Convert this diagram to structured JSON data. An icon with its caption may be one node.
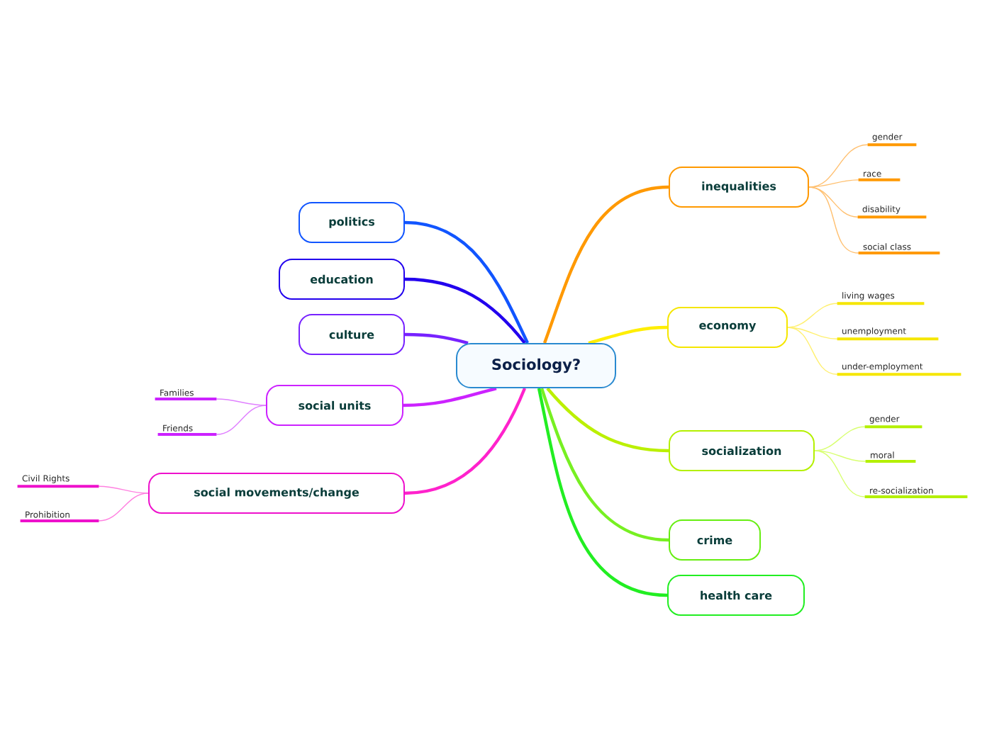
{
  "diagram": {
    "nodes": [
      {
        "text": [
          "Sociology?"
        ]
      },
      {
        "text": [
          "inequalities"
        ]
      },
      {
        "text": [
          "gender"
        ]
      },
      {
        "text": [
          "race"
        ]
      },
      {
        "text": [
          "disability"
        ]
      },
      {
        "text": [
          "social class"
        ]
      },
      {
        "text": [
          "economy"
        ]
      },
      {
        "text": [
          "living wages"
        ]
      },
      {
        "text": [
          "unemployment"
        ]
      },
      {
        "text": [
          "under-employment"
        ]
      },
      {
        "text": [
          "socialization"
        ]
      },
      {
        "text": [
          "gender"
        ]
      },
      {
        "text": [
          "moral"
        ]
      },
      {
        "text": [
          "re-socialization"
        ]
      },
      {
        "text": [
          "crime"
        ]
      },
      {
        "text": [
          "health care"
        ]
      },
      {
        "text": [
          "politics"
        ]
      },
      {
        "text": [
          "education"
        ]
      },
      {
        "text": [
          "culture"
        ]
      },
      {
        "text": [
          "social units"
        ]
      },
      {
        "text": [
          "Families"
        ]
      },
      {
        "text": [
          "Friends"
        ]
      },
      {
        "text": [
          "social movements/change"
        ]
      },
      {
        "text": [
          "Civil Rights"
        ]
      },
      {
        "text": [
          "Prohibition"
        ]
      }
    ],
    "edges": [
      {
        "from": 0,
        "to": 1,
        "arrow": "none",
        "style": "thick",
        "color": "#ff9900"
      },
      {
        "from": 0,
        "to": 6,
        "arrow": "none",
        "style": "thick",
        "color": "#ffee00"
      },
      {
        "from": 0,
        "to": 10,
        "arrow": "none",
        "style": "thick",
        "color": "#bbf000"
      },
      {
        "from": 0,
        "to": 14,
        "arrow": "none",
        "style": "thick",
        "color": "#77f022"
      },
      {
        "from": 0,
        "to": 15,
        "arrow": "none",
        "style": "thick",
        "color": "#22ee22"
      },
      {
        "from": 0,
        "to": 16,
        "arrow": "none",
        "style": "thick",
        "color": "#1155ff"
      },
      {
        "from": 0,
        "to": 17,
        "arrow": "none",
        "style": "thick",
        "color": "#2200ee"
      },
      {
        "from": 0,
        "to": 18,
        "arrow": "none",
        "style": "thick",
        "color": "#7722ff"
      },
      {
        "from": 0,
        "to": 19,
        "arrow": "none",
        "style": "thick",
        "color": "#cc22ff"
      },
      {
        "from": 0,
        "to": 22,
        "arrow": "none",
        "style": "thick",
        "color": "#ff22cc"
      },
      {
        "from": 1,
        "to": 2,
        "arrow": "none",
        "color": "#ffc070"
      },
      {
        "from": 1,
        "to": 3,
        "arrow": "none",
        "color": "#ffc070"
      },
      {
        "from": 1,
        "to": 4,
        "arrow": "none",
        "color": "#ffc070"
      },
      {
        "from": 1,
        "to": 5,
        "arrow": "none",
        "color": "#ffc070"
      },
      {
        "from": 6,
        "to": 7,
        "arrow": "none",
        "color": "#fff070"
      },
      {
        "from": 6,
        "to": 8,
        "arrow": "none",
        "color": "#fff070"
      },
      {
        "from": 6,
        "to": 9,
        "arrow": "none",
        "color": "#fff070"
      },
      {
        "from": 10,
        "to": 11,
        "arrow": "none",
        "color": "#d8ff70"
      },
      {
        "from": 10,
        "to": 12,
        "arrow": "none",
        "color": "#d8ff70"
      },
      {
        "from": 10,
        "to": 13,
        "arrow": "none",
        "color": "#d8ff70"
      },
      {
        "from": 19,
        "to": 20,
        "arrow": "none",
        "color": "#e080ff"
      },
      {
        "from": 19,
        "to": 21,
        "arrow": "none",
        "color": "#e080ff"
      },
      {
        "from": 22,
        "to": 23,
        "arrow": "none",
        "color": "#ff80e0"
      },
      {
        "from": 22,
        "to": 24,
        "arrow": "none",
        "color": "#ff80e0"
      }
    ]
  }
}
